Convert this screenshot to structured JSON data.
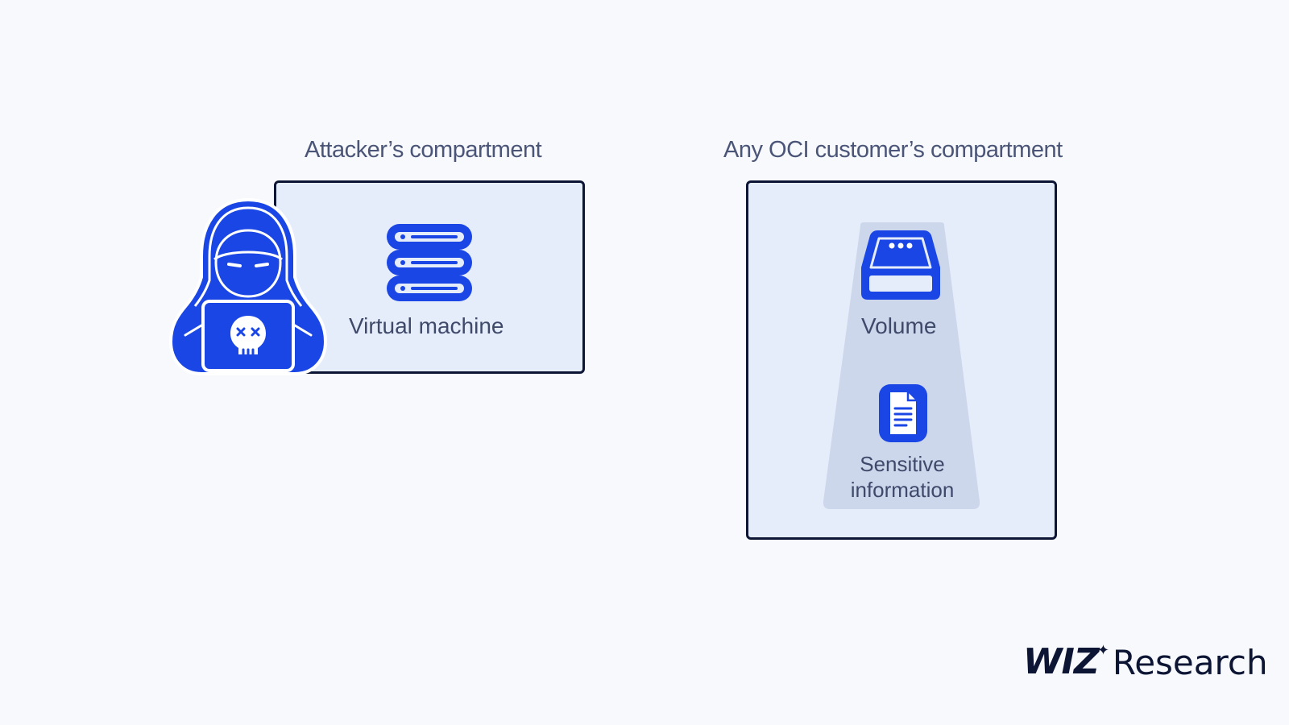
{
  "left_compartment": {
    "title": "Attacker’s compartment",
    "resource_label": "Virtual machine",
    "resource_icon": "server-stack-icon",
    "actor_icon": "hacker-icon"
  },
  "right_compartment": {
    "title": "Any OCI customer’s compartment",
    "volume_label": "Volume",
    "volume_icon": "storage-drive-icon",
    "data_label_line1": "Sensitive",
    "data_label_line2": "information",
    "data_icon": "document-icon"
  },
  "brand": {
    "wiz": "WIZ",
    "research": "Research"
  },
  "colors": {
    "accent": "#1a46e6",
    "border": "#0d1535",
    "box_fill": "#e6edfa",
    "beam_fill": "#cdd7ec",
    "text": "#4a5578"
  }
}
